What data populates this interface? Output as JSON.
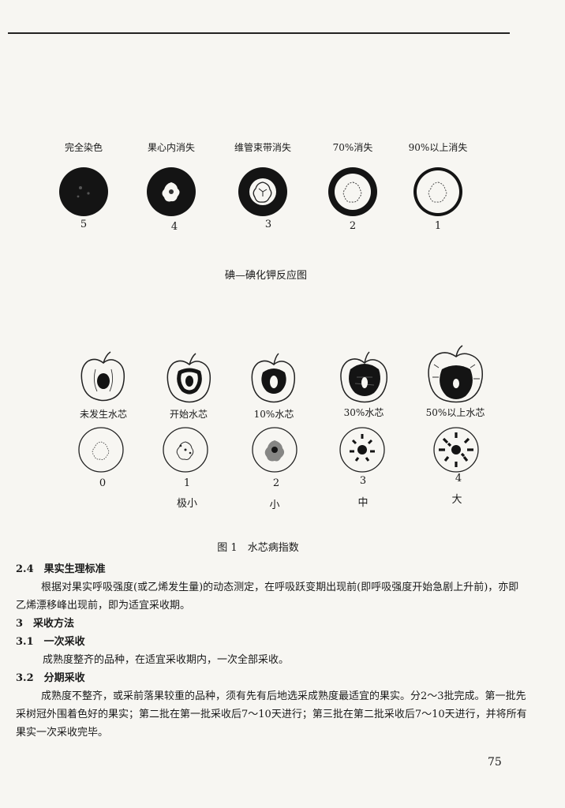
{
  "stain_figure": {
    "labels": [
      "完全染色",
      "果心内消失",
      "维管束带消失",
      "70%消失",
      "90%以上消失"
    ],
    "numbers": [
      "5",
      "4",
      "3",
      "2",
      "1"
    ],
    "caption": "碘—碘化钾反应图"
  },
  "watercore_figure": {
    "labels": [
      "未发生水芯",
      "开始水芯",
      "10%水芯",
      "30%水芯",
      "50%以上水芯"
    ],
    "numbers": [
      "0",
      "1",
      "2",
      "3",
      "4"
    ],
    "grades": [
      "",
      "极小",
      "小",
      "中",
      "大"
    ],
    "caption": "图 1　水芯病指数"
  },
  "sections": {
    "s24_heading": "2.4　果实生理标准",
    "s24_body": "根据对果实呼吸强度(或乙烯发生量)的动态测定，在呼吸跃变期出现前(即呼吸强度开始急剧上升前)，亦即乙烯漂移峰出现前，即为适宜采收期。",
    "s3_heading": "3　采收方法",
    "s31_heading": "3.1　一次采收",
    "s31_body": "成熟度整齐的品种，在适宜采收期内，一次全部采收。",
    "s32_heading": "3.2　分期采收",
    "s32_body": "成熟度不整齐，或采前落果较重的品种，须有先有后地选采成熟度最适宜的果实。分2～3批完成。第一批先采树冠外围着色好的果实；第二批在第一批采收后7～10天进行；第三批在第二批采收后7～10天进行，并将所有果实一次采收完毕。"
  },
  "page_number": "75"
}
